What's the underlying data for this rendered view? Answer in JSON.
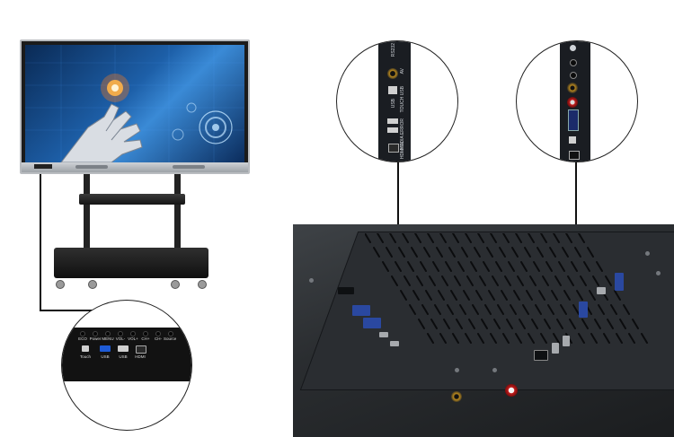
{
  "front_panel": {
    "buttons": [
      "ECO",
      "Power",
      "MENU",
      "VOL-",
      "VOL+",
      "CH+",
      "CH-",
      "Source"
    ],
    "ports": [
      "Touch",
      "USB",
      "USB",
      "HDMI"
    ]
  },
  "rear_panel_top_left": {
    "labels": [
      "RS232",
      "AV",
      "TOUCH USB",
      "USB",
      "MEDIA ERROR",
      "HDMI IN"
    ]
  },
  "colors": {
    "usb3_blue": "#1e5bd6",
    "rca_red": "#c21e1e",
    "panel_black": "#121212"
  }
}
